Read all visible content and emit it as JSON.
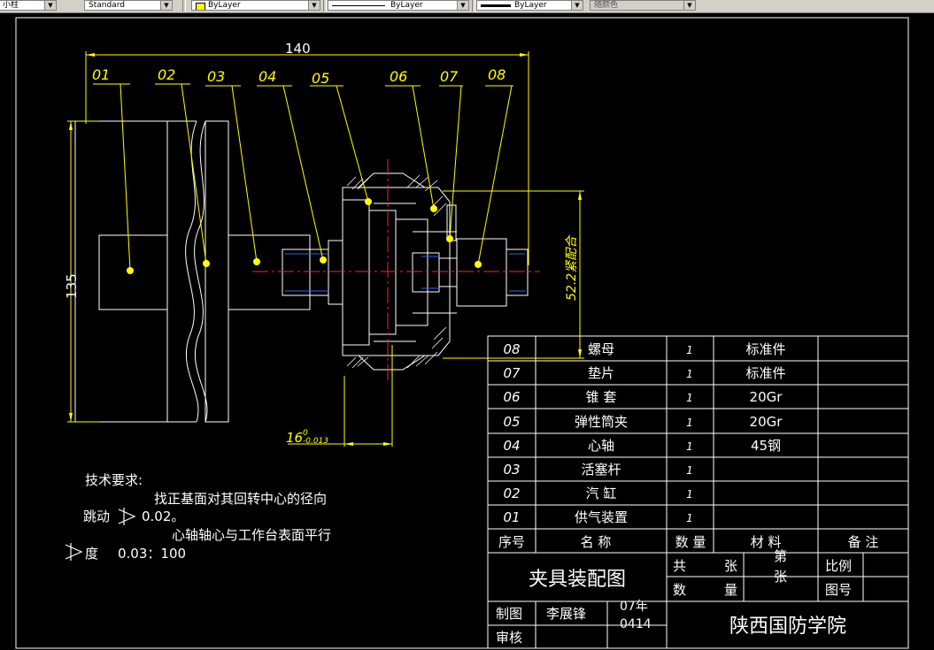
{
  "toolbar": {
    "text_style": "小柱",
    "dim_style": "Standard",
    "layer_color": "ByLayer",
    "linetype": "ByLayer",
    "lineweight": "ByLayer",
    "plot_style": "随颜色"
  },
  "drawing": {
    "part_labels": [
      "01",
      "02",
      "03",
      "04",
      "05",
      "06",
      "07",
      "08"
    ],
    "dim_length": "140",
    "dim_height": "135",
    "dim_fit": "52.2紧配合",
    "dim_dia_base": "16",
    "dim_dia_sup": "0",
    "dim_dia_sub": "-0.013",
    "tech_title": "技术要求:",
    "tech_line1": "找正基面对其回转中心的径向",
    "tech_line2a": "跳动",
    "tech_line2b": "0.02。",
    "tech_line3": "心轴轴心与工作台表面平行",
    "tech_line4a": "度",
    "tech_line4b": "0.03：100"
  },
  "bom": {
    "rows": [
      {
        "no": "08",
        "name": "螺母",
        "qty": "1",
        "material": "标准件",
        "note": ""
      },
      {
        "no": "07",
        "name": "垫片",
        "qty": "1",
        "material": "标准件",
        "note": ""
      },
      {
        "no": "06",
        "name": "锥 套",
        "qty": "1",
        "material": "20Gr",
        "note": ""
      },
      {
        "no": "05",
        "name": "弹性筒夹",
        "qty": "1",
        "material": "20Gr",
        "note": ""
      },
      {
        "no": "04",
        "name": "心轴",
        "qty": "1",
        "material": "45钢",
        "note": ""
      },
      {
        "no": "03",
        "name": "活塞杆",
        "qty": "1",
        "material": "",
        "note": ""
      },
      {
        "no": "02",
        "name": "汽 缸",
        "qty": "1",
        "material": "",
        "note": ""
      },
      {
        "no": "01",
        "name": "供气装置",
        "qty": "1",
        "material": "",
        "note": ""
      }
    ],
    "headers": {
      "no": "序号",
      "name": "名 称",
      "qty": "数 量",
      "material": "材 料",
      "note": "备 注"
    }
  },
  "title_block": {
    "title": "夹具装配图",
    "total": "共",
    "sheet_unit": "张",
    "count": "数",
    "count_unit": "量",
    "sheet": "第",
    "sheet_unit2": "张",
    "scale": "比例",
    "drawing_no": "图号",
    "drafter_label": "制图",
    "drafter": "李展锋",
    "reviewer_label": "审核",
    "date_line1": "07年",
    "date_line2": "0414",
    "school": "陕西国防学院"
  },
  "colors": {
    "background": "#000000",
    "lines": "#ffffff",
    "leaders": "#ffff00",
    "centerline": "#ff0000",
    "hidden": "#0000ff",
    "text": "#ffffff",
    "dims": "#ffff00"
  }
}
